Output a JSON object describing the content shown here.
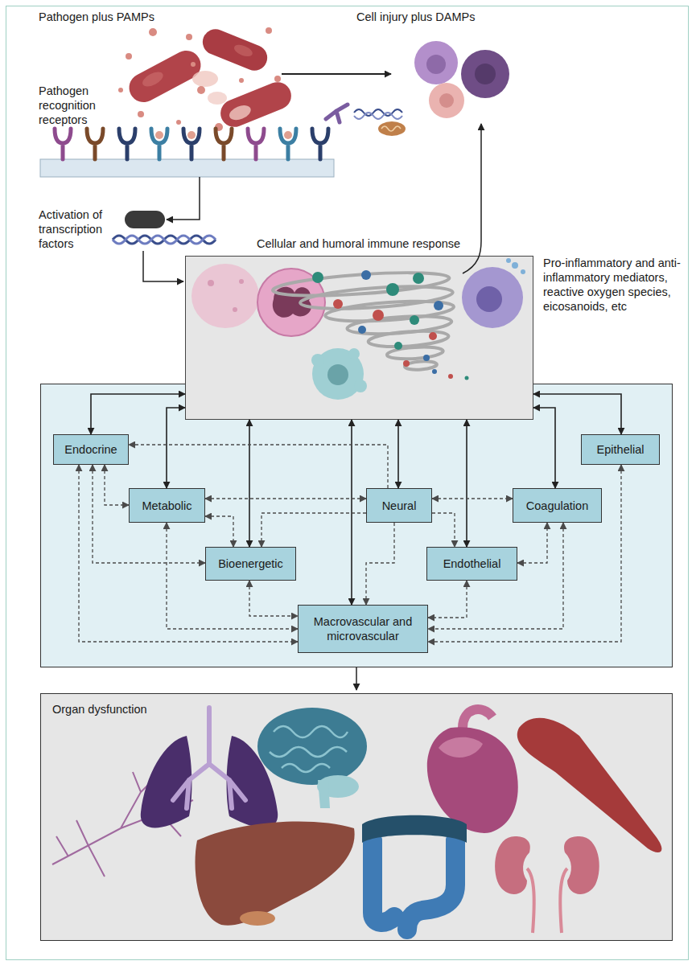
{
  "diagram": {
    "nodes": [
      {
        "text": [
          "Cellular and humoral immune response"
        ]
      },
      {
        "text": [
          "Endocrine"
        ]
      },
      {
        "text": [
          "Epithelial"
        ]
      },
      {
        "text": [
          "Metabolic"
        ]
      },
      {
        "text": [
          "Neural"
        ]
      },
      {
        "text": [
          "Coagulation"
        ]
      },
      {
        "text": [
          "Bioenergetic"
        ]
      },
      {
        "text": [
          "Endothelial"
        ]
      },
      {
        "text": [
          "Macrovascular and microvascular"
        ]
      },
      {
        "text": [
          "Organ dysfunction"
        ]
      }
    ],
    "edges": [
      {
        "from": 0,
        "to": 1,
        "arrow": "both"
      },
      {
        "from": 0,
        "to": 3,
        "arrow": "both"
      },
      {
        "from": 0,
        "to": 6,
        "arrow": "both"
      },
      {
        "from": 0,
        "to": 8,
        "arrow": "both"
      },
      {
        "from": 0,
        "to": 4,
        "arrow": "both"
      },
      {
        "from": 0,
        "to": 7,
        "arrow": "both"
      },
      {
        "from": 0,
        "to": 5,
        "arrow": "both"
      },
      {
        "from": 0,
        "to": 2,
        "arrow": "both"
      },
      {
        "from": 4,
        "to": 1,
        "arrow": "to"
      },
      {
        "from": 4,
        "to": 3,
        "arrow": "both"
      },
      {
        "from": 4,
        "to": 6,
        "arrow": "to"
      },
      {
        "from": 4,
        "to": 5,
        "arrow": "both"
      },
      {
        "from": 4,
        "to": 7,
        "arrow": "to"
      },
      {
        "from": 4,
        "to": 8,
        "arrow": "to"
      },
      {
        "from": 1,
        "to": 3,
        "arrow": "both"
      },
      {
        "from": 1,
        "to": 6,
        "arrow": "both"
      },
      {
        "from": 1,
        "to": 8,
        "arrow": "both"
      },
      {
        "from": 3,
        "to": 6,
        "arrow": "both"
      },
      {
        "from": 3,
        "to": 8,
        "arrow": "both"
      },
      {
        "from": 6,
        "to": 8,
        "arrow": "both"
      },
      {
        "from": 7,
        "to": 8,
        "arrow": "both"
      },
      {
        "from": 7,
        "to": 5,
        "arrow": "both"
      },
      {
        "from": 5,
        "to": 8,
        "arrow": "both"
      },
      {
        "from": 2,
        "to": 8,
        "arrow": "both"
      }
    ],
    "labels": [
      "Pathogen plus PAMPs",
      "Cell injury plus DAMPs",
      "Pathogen recognition receptors",
      "Activation of transcription factors",
      "Pro-inflammatory and anti-inflammatory mediators, reactive oxygen species, eicosanoids, etc"
    ]
  }
}
